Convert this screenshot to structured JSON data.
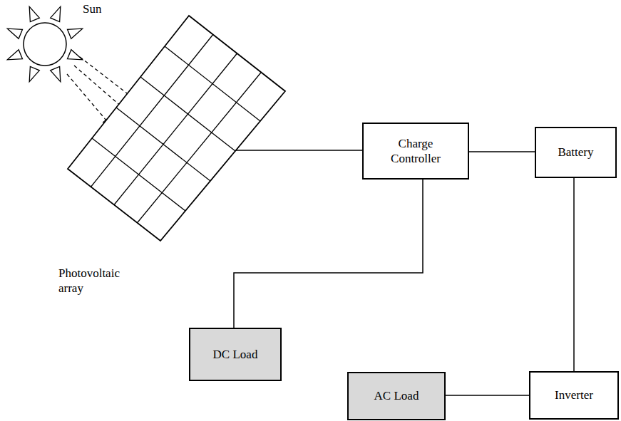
{
  "diagram": {
    "nodes": [
      {
        "text": [
          "Photovoltaic array"
        ]
      },
      {
        "text": [
          "Charge Controller"
        ]
      },
      {
        "text": [
          "Battery"
        ]
      },
      {
        "text": [
          "DC Load"
        ]
      },
      {
        "text": [
          "AC Load"
        ]
      },
      {
        "text": [
          "Inverter"
        ]
      }
    ],
    "edges": [
      {
        "from": 0,
        "to": 1,
        "arrow": "none"
      },
      {
        "from": 1,
        "to": 2,
        "arrow": "none"
      },
      {
        "from": 1,
        "to": 3,
        "arrow": "none"
      },
      {
        "from": 2,
        "to": 5,
        "arrow": "none"
      },
      {
        "from": 4,
        "to": 5,
        "arrow": "none"
      }
    ],
    "labels": [
      "Sun"
    ]
  }
}
